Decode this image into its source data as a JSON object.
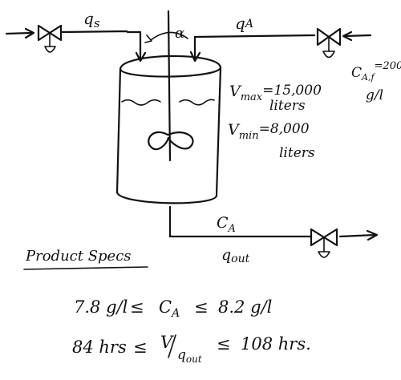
{
  "streams": {
    "inlet_s": {
      "label": "q",
      "sub": "s"
    },
    "inlet_a": {
      "label": "q",
      "sub": "A"
    },
    "outlet_conc": {
      "label": "C",
      "sub": "A"
    },
    "outlet_flow": {
      "label": "q",
      "sub": "out"
    }
  },
  "agitator": {
    "label": "α"
  },
  "feed_concentration": {
    "label": "C",
    "sub": "A,f",
    "value": "=200",
    "unit": "g/l"
  },
  "tank": {
    "vmax": {
      "label": "V",
      "sub": "max",
      "value": "=15,000",
      "unit": "liters"
    },
    "vmin": {
      "label": "V",
      "sub": "min",
      "value": "=8,000",
      "unit": "liters"
    }
  },
  "specs": {
    "title": "Product Specs",
    "line1": {
      "low": "7.8 g/l",
      "rel1": "≤",
      "var": "C",
      "var_sub": "A",
      "rel2": "≤",
      "high": "8.2 g/l"
    },
    "line2": {
      "low": "84 hrs",
      "rel1": "≤",
      "var_num": "V",
      "var_den": "q",
      "var_den_sub": "out",
      "rel2": "≤",
      "high": "108 hrs."
    }
  }
}
